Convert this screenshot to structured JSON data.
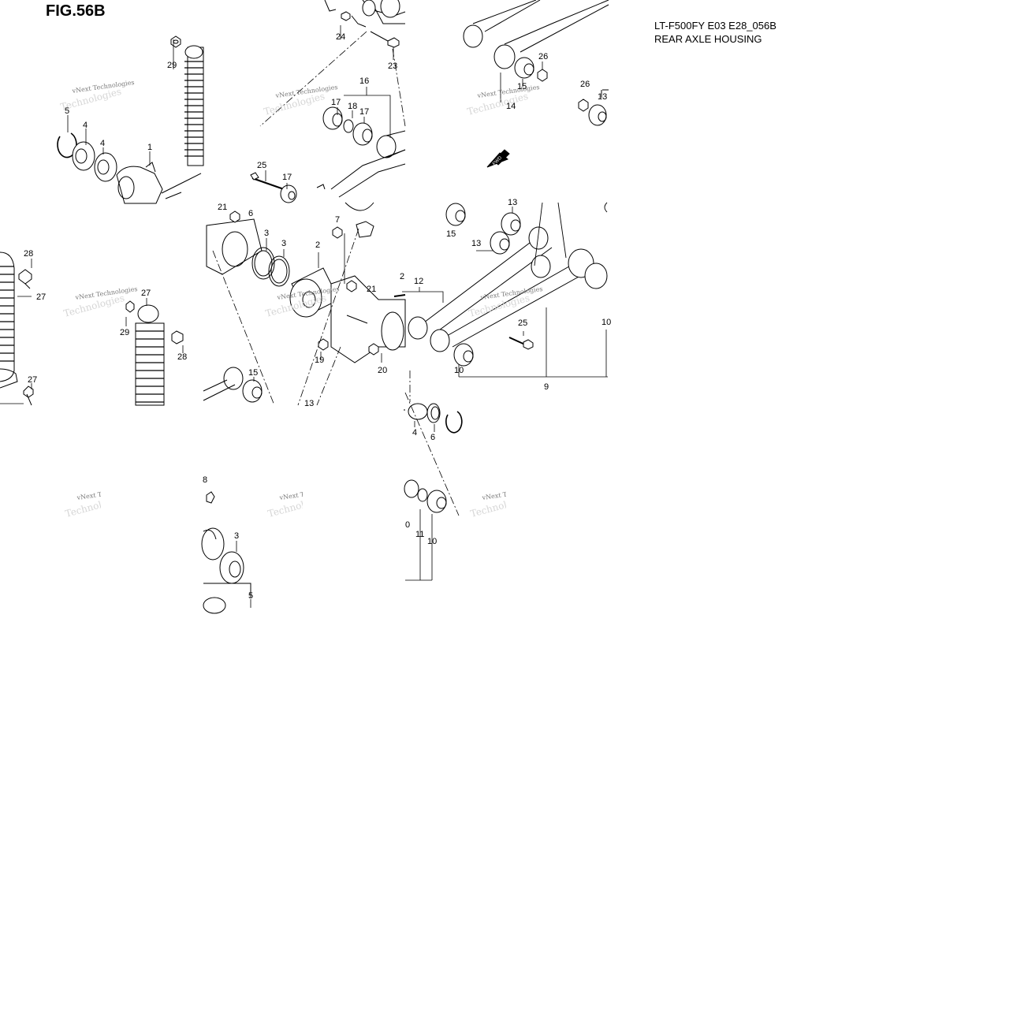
{
  "figure": {
    "title": "FIG.56B",
    "model_code": "LT-F500FY E03 E28_056B",
    "caption": "REAR AXLE HOUSING"
  },
  "watermark": {
    "line1": "vNext Technologies",
    "line2": "Technologies"
  },
  "direction_badge": "FWD",
  "callouts": [
    {
      "id": "c-29a",
      "text": "29"
    },
    {
      "id": "c-5a",
      "text": "5"
    },
    {
      "id": "c-4a",
      "text": "4"
    },
    {
      "id": "c-4b",
      "text": "4"
    },
    {
      "id": "c-1",
      "text": "1"
    },
    {
      "id": "c-24",
      "text": "24"
    },
    {
      "id": "c-23",
      "text": "23"
    },
    {
      "id": "c-16",
      "text": "16"
    },
    {
      "id": "c-17a",
      "text": "17"
    },
    {
      "id": "c-18",
      "text": "18"
    },
    {
      "id": "c-17b",
      "text": "17"
    },
    {
      "id": "c-25a",
      "text": "25"
    },
    {
      "id": "c-17c",
      "text": "17"
    },
    {
      "id": "c-26a",
      "text": "26"
    },
    {
      "id": "c-15a",
      "text": "15"
    },
    {
      "id": "c-14",
      "text": "14"
    },
    {
      "id": "c-26b",
      "text": "26"
    },
    {
      "id": "c-13a",
      "text": "13"
    },
    {
      "id": "c-28a",
      "text": "28"
    },
    {
      "id": "c-27a",
      "text": "27"
    },
    {
      "id": "c-27b",
      "text": "27"
    },
    {
      "id": "c-29b",
      "text": "29"
    },
    {
      "id": "c-28b",
      "text": "28"
    },
    {
      "id": "c-27c",
      "text": "27"
    },
    {
      "id": "c-21a",
      "text": "21"
    },
    {
      "id": "c-6a",
      "text": "6"
    },
    {
      "id": "c-7",
      "text": "7"
    },
    {
      "id": "c-3a",
      "text": "3"
    },
    {
      "id": "c-3b",
      "text": "3"
    },
    {
      "id": "c-2a",
      "text": "2"
    },
    {
      "id": "c-21b",
      "text": "21"
    },
    {
      "id": "c-19",
      "text": "19"
    },
    {
      "id": "c-20",
      "text": "20"
    },
    {
      "id": "c-15b",
      "text": "15"
    },
    {
      "id": "c-13b",
      "text": "13"
    },
    {
      "id": "c-15c",
      "text": "15"
    },
    {
      "id": "c-13c",
      "text": "13"
    },
    {
      "id": "c-13d",
      "text": "13"
    },
    {
      "id": "c-2b",
      "text": "2"
    },
    {
      "id": "c-12",
      "text": "12"
    },
    {
      "id": "c-25b",
      "text": "25"
    },
    {
      "id": "c-10a",
      "text": "10"
    },
    {
      "id": "c-10b",
      "text": "10"
    },
    {
      "id": "c-9",
      "text": "9"
    },
    {
      "id": "c-4c",
      "text": "4"
    },
    {
      "id": "c-6b",
      "text": "6"
    },
    {
      "id": "c-8",
      "text": "8"
    },
    {
      "id": "c-3c",
      "text": "3"
    },
    {
      "id": "c-5b",
      "text": "5"
    },
    {
      "id": "c-10c",
      "text": "0"
    },
    {
      "id": "c-11",
      "text": "11"
    },
    {
      "id": "c-10d",
      "text": "10"
    }
  ]
}
